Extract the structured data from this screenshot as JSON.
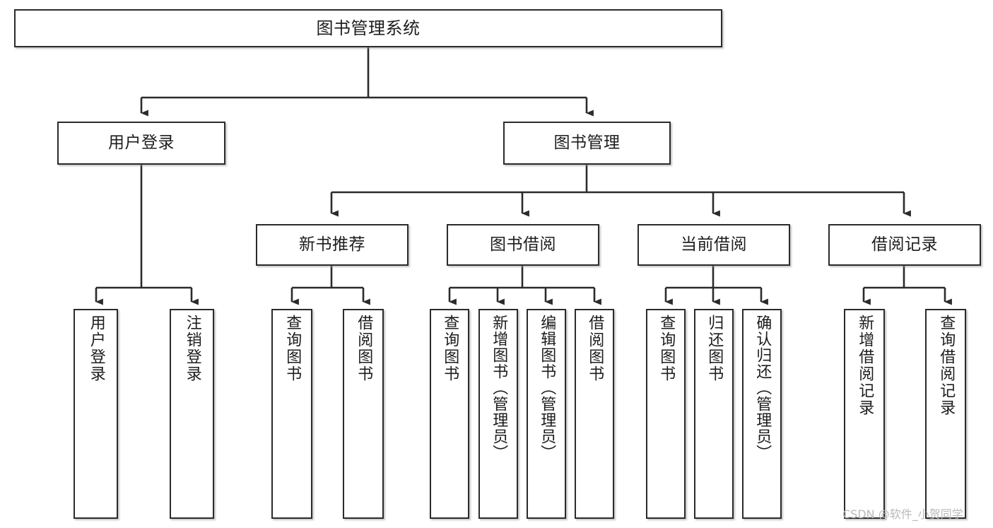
{
  "diagram": {
    "title": "图书管理系统",
    "type": "hierarchy-tree",
    "levels": 4,
    "root": {
      "id": "root",
      "label": "图书管理系统"
    },
    "level2": [
      {
        "id": "user-login",
        "label": "用户登录"
      },
      {
        "id": "book-management",
        "label": "图书管理"
      }
    ],
    "level3": [
      {
        "id": "new-book-recommend",
        "label": "新书推荐",
        "parent": "book-management"
      },
      {
        "id": "book-borrow",
        "label": "图书借阅",
        "parent": "book-management"
      },
      {
        "id": "current-borrow",
        "label": "当前借阅",
        "parent": "book-management"
      },
      {
        "id": "borrow-record",
        "label": "借阅记录",
        "parent": "book-management"
      }
    ],
    "leaves": {
      "user-login": [
        {
          "id": "leaf-user-login",
          "label": "用户登录"
        },
        {
          "id": "leaf-user-logout",
          "label": "注销登录"
        }
      ],
      "new-book-recommend": [
        {
          "id": "leaf-query-book-1",
          "label": "查询图书"
        },
        {
          "id": "leaf-borrow-book-1",
          "label": "借阅图书"
        }
      ],
      "book-borrow": [
        {
          "id": "leaf-query-book-2",
          "label": "查询图书"
        },
        {
          "id": "leaf-add-book",
          "label": "新增图书（管理员）"
        },
        {
          "id": "leaf-edit-book",
          "label": "编辑图书（管理员）"
        },
        {
          "id": "leaf-borrow-book-2",
          "label": "借阅图书"
        }
      ],
      "current-borrow": [
        {
          "id": "leaf-query-book-3",
          "label": "查询图书"
        },
        {
          "id": "leaf-return-book",
          "label": "归还图书"
        },
        {
          "id": "leaf-confirm-return",
          "label": "确认归还（管理员）"
        }
      ],
      "borrow-record": [
        {
          "id": "leaf-add-record",
          "label": "新增借阅记录"
        },
        {
          "id": "leaf-query-record",
          "label": "查询借阅记录"
        }
      ]
    }
  },
  "watermark": {
    "text": "CSDN @软件_小贺同学"
  },
  "colors": {
    "stroke": "#2b2b2b",
    "fill": "#ffffff",
    "text": "#1d1d1d",
    "watermark": "#b9b9b9"
  }
}
